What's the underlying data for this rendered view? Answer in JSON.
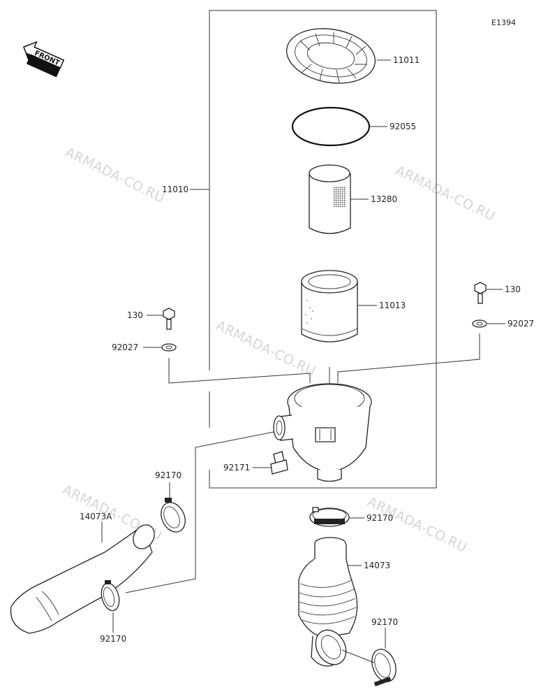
{
  "diagram": {
    "code": "E1394",
    "front_label": "FRONT",
    "watermark": "ARMADA-CO.RU",
    "labels": {
      "p11011": "11011",
      "p92055": "92055",
      "p11010": "11010",
      "p13280": "13280",
      "p130_right": "130",
      "p92027_right": "92027",
      "p130_left": "130",
      "p11013": "11013",
      "p92027_left": "92027",
      "p92171": "92171",
      "p92170_top_left": "92170",
      "p92170_mid_right": "92170",
      "p14073A": "14073A",
      "p14073": "14073",
      "p92170_bottom_right": "92170",
      "p92170_bottom_left": "92170"
    }
  }
}
